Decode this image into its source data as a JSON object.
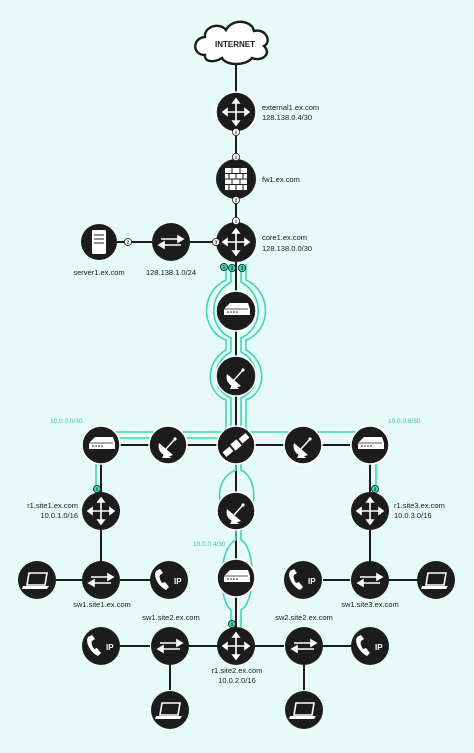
{
  "internet": {
    "label": "INTERNET"
  },
  "nodes": {
    "external1": {
      "name": "external1.ex.com",
      "net": "128.138.0.4/30",
      "icon": "router-icon"
    },
    "fw1": {
      "name": "fw1.ex.com",
      "icon": "firewall-icon"
    },
    "core1": {
      "name": "core1.ex.com",
      "net": "128.138.0.0/30",
      "icon": "router-icon"
    },
    "server1": {
      "name": "server1.ex.com",
      "icon": "server-icon"
    },
    "switch_core": {
      "net": "128.138.1.0/24",
      "icon": "switch-icon"
    },
    "r1site1": {
      "name": "r1.site1.ex.com",
      "net": "10.0.1.0/16",
      "icon": "router-icon"
    },
    "r1site3": {
      "name": "r1.site3.ex.com",
      "net": "10.0.3.0/16",
      "icon": "router-icon"
    },
    "r1site2": {
      "name": "r1.site2.ex.com",
      "net": "10.0.2.0/16",
      "icon": "router-icon"
    },
    "sw1site1": {
      "name": "sw1.site1.ex.com",
      "icon": "switch-icon"
    },
    "sw1site3": {
      "name": "sw1.site3.ex.com",
      "icon": "switch-icon"
    },
    "sw1site2": {
      "name": "sw1.site2.ex.com",
      "icon": "switch-icon"
    },
    "sw2site2": {
      "name": "sw2.site2.ex.com",
      "icon": "switch-icon"
    }
  },
  "subnets": {
    "s1": "10.0.0.0/30",
    "s2": "10.0.0.8/30",
    "s3": "10.0.0.4/30"
  },
  "ports": {
    "ext_down": "2",
    "fw_up": "1",
    "fw_down": "2",
    "core_up": "1",
    "core_left": "3",
    "server_port": "2",
    "core_p1": "1",
    "core_p2": "2",
    "core_p3": "3",
    "r1s1_up": "1",
    "r1s3_up": "1",
    "r1s2_up": "1"
  },
  "ip_label": "IP",
  "colors": {
    "background": "#e6faf8",
    "accent": "#3fd6b4",
    "node": "#1c1c1c",
    "link": "#1c1c1c"
  }
}
